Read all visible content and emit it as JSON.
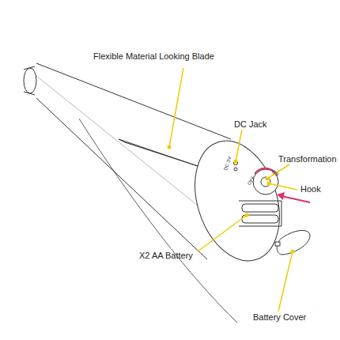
{
  "diagram": {
    "labels": [
      "Flexible Material Looking Blade",
      "DC Jack",
      "DC 3V",
      "Transformation",
      "OFF",
      "ON",
      "Hook",
      "X2 AA Battery",
      "Battery Cover"
    ]
  }
}
